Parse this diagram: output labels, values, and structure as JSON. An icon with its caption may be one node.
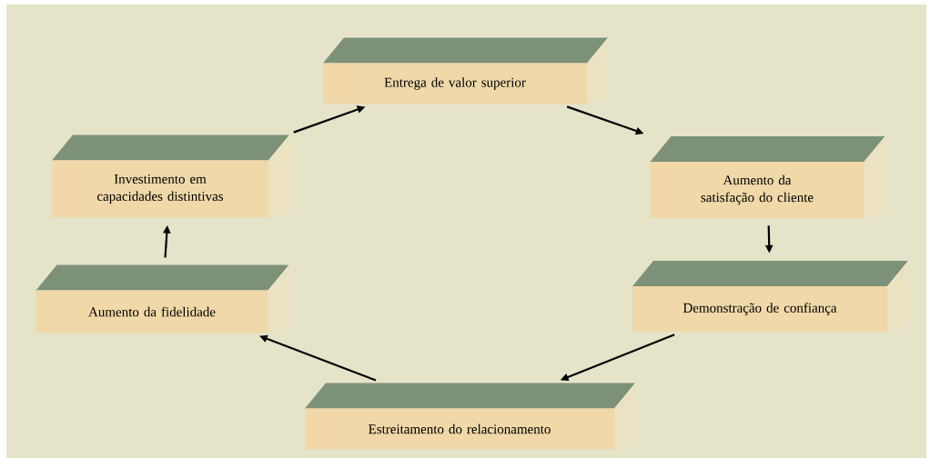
{
  "diagram": {
    "nodes": [
      {
        "text": [
          "Entrega de valor superior"
        ]
      },
      {
        "text": [
          "Aumento da satisfação do cliente"
        ]
      },
      {
        "text": [
          "Demonstração de confiança"
        ]
      },
      {
        "text": [
          "Estreitamento do relacionamento"
        ]
      },
      {
        "text": [
          "Aumento da fidelidade"
        ]
      },
      {
        "text": [
          "Investimento em capacidades distintivas"
        ]
      }
    ],
    "edges": [
      {
        "from": 5,
        "to": 0,
        "arrow": "to"
      },
      {
        "from": 0,
        "to": 1,
        "arrow": "to"
      },
      {
        "from": 1,
        "to": 2,
        "arrow": "to"
      },
      {
        "from": 2,
        "to": 3,
        "arrow": "to"
      },
      {
        "from": 3,
        "to": 4,
        "arrow": "to"
      },
      {
        "from": 4,
        "to": 5,
        "arrow": "to"
      }
    ]
  }
}
